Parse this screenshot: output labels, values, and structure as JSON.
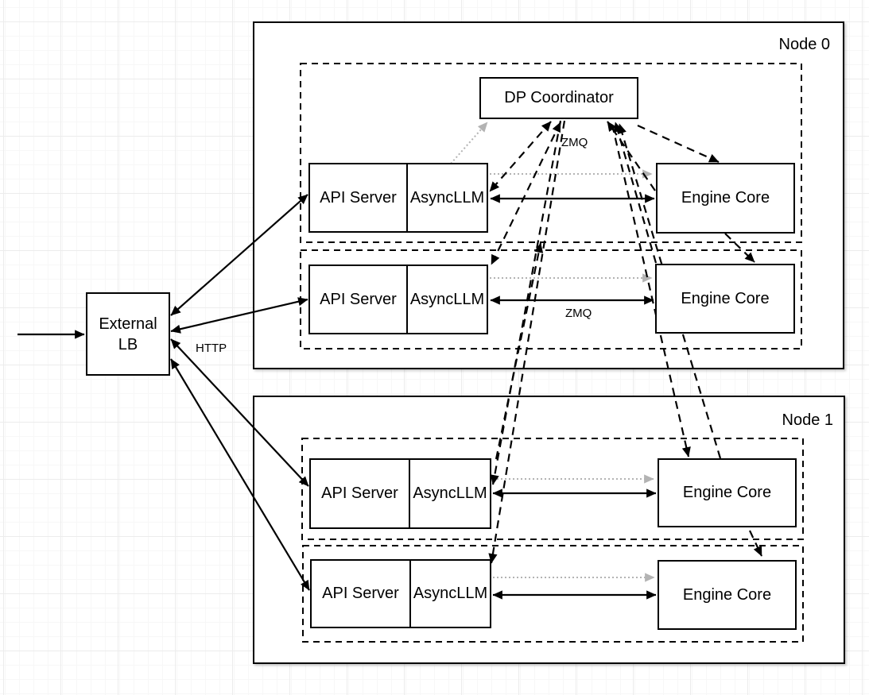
{
  "external_lb": {
    "line1": "External",
    "line2": "LB"
  },
  "nodes": [
    {
      "label": "Node 0"
    },
    {
      "label": "Node 1"
    }
  ],
  "components": {
    "dp_coordinator": "DP Coordinator",
    "api_server": "API Server",
    "asyncllm": "AsyncLLM",
    "engine_core": "Engine Core"
  },
  "edge_labels": {
    "http": "HTTP",
    "zmq": "ZMQ"
  },
  "colors": {
    "stroke": "#000000",
    "secondary_link": "#b3b3b3",
    "background": "#ffffff"
  }
}
